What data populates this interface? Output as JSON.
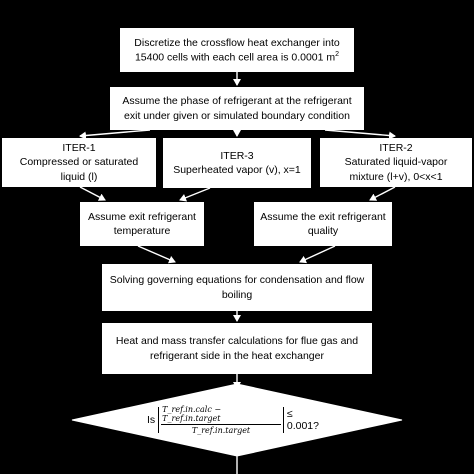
{
  "colors": {
    "background": "#000000",
    "box_fill": "#ffffff",
    "text": "#000000",
    "arrow": "#ffffff"
  },
  "boxes": {
    "discretize": {
      "line1": "Discretize the crossflow heat exchanger into",
      "line2": "15400 cells with each cell area is 0.0001 m",
      "line2_sup": "2"
    },
    "assume_phase": {
      "line1": "Assume the phase of refrigerant at the refrigerant",
      "line2": "exit under given or simulated boundary condition"
    },
    "iter1": {
      "line1": "ITER-1",
      "line2": "Compressed or saturated",
      "line3": "liquid (l)"
    },
    "iter3": {
      "line1": "ITER-3",
      "line2": "Superheated vapor (v), x=1"
    },
    "iter2": {
      "line1": "ITER-2",
      "line2": "Saturated liquid-vapor",
      "line3": "mixture (l+v), 0<x<1"
    },
    "assume_temp": {
      "line1": "Assume exit refrigerant",
      "line2": "temperature"
    },
    "assume_quality": {
      "line1": "Assume the exit refrigerant",
      "line2": "quality"
    },
    "solving": {
      "line1": "Solving governing equations for condensation and flow",
      "line2": "boiling"
    },
    "heat_mass": {
      "line1": "Heat and mass transfer calculations for flue gas and",
      "line2": "refrigerant side in the heat exchanger"
    }
  },
  "decision": {
    "prefix": "Is",
    "numerator": "T_ref.in.calc − T_ref.in.target",
    "denominator": "T_ref.in.target",
    "suffix": "≤ 0.001?"
  }
}
